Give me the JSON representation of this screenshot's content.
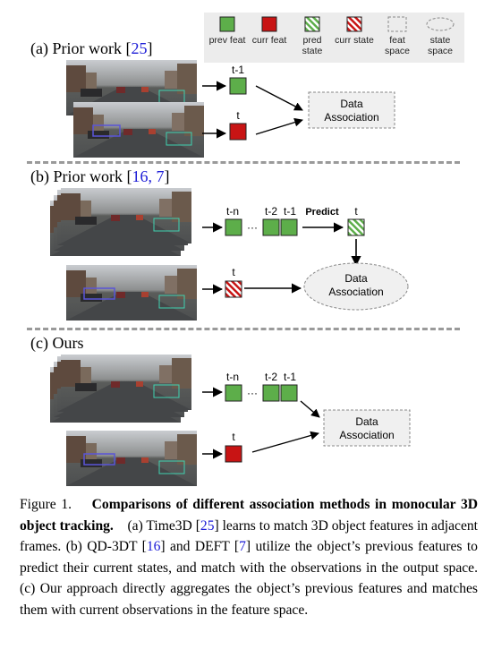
{
  "legend": [
    {
      "label": "prev feat",
      "kind": "prev-feat",
      "color": "#5dae4a"
    },
    {
      "label": "curr feat",
      "kind": "curr-feat",
      "color": "#c81414"
    },
    {
      "label": "pred state",
      "kind": "pred-state",
      "color": "#5dae4a"
    },
    {
      "label": "curr state",
      "kind": "curr-state",
      "color": "#c81414"
    },
    {
      "label": "feat space",
      "kind": "feat-space"
    },
    {
      "label": "state space",
      "kind": "state-space"
    }
  ],
  "sections": {
    "a": {
      "title_prefix": "(a) Prior work [",
      "cite": "25",
      "title_suffix": "]"
    },
    "b": {
      "title_prefix": "(b) Prior work [",
      "cite": "16, 7",
      "title_suffix": "]"
    },
    "c": {
      "title": "(c) Ours"
    }
  },
  "diagram": {
    "a": {
      "label_prev": "t-1",
      "label_curr": "t",
      "assoc_line1": "Data",
      "assoc_line2": "Association"
    },
    "b": {
      "label_tn": "t-n",
      "dots": "···",
      "label_t2": "t-2",
      "label_t1": "t-1",
      "predict": "Predict",
      "label_pred": "t",
      "label_curr": "t",
      "assoc_line1": "Data",
      "assoc_line2": "Association"
    },
    "c": {
      "label_tn": "t-n",
      "dots": "···",
      "label_t2": "t-2",
      "label_t1": "t-1",
      "label_curr": "t",
      "assoc_line1": "Data",
      "assoc_line2": "Association"
    }
  },
  "caption": {
    "label": "Figure 1.",
    "bold": "Comparisons of different association methods in monocular 3D object tracking.",
    "p_a1": "(a) Time3D [",
    "c_a": "25",
    "p_a2": "] learns to match 3D object features in adjacent frames. (b) QD-3DT [",
    "c_b1": "16",
    "p_b2": "] and DEFT [",
    "c_b2": "7",
    "p_b3": "] utilize the object’s previous features to predict their current states, and match with the observations in the output space. (c) Our approach directly aggregates the object’s previous features and matches them with current observations in the feature space."
  },
  "colors": {
    "green": "#5dae4a",
    "red": "#c81414",
    "divider": "#9a9a9a",
    "cite": "#1a1ad6"
  }
}
